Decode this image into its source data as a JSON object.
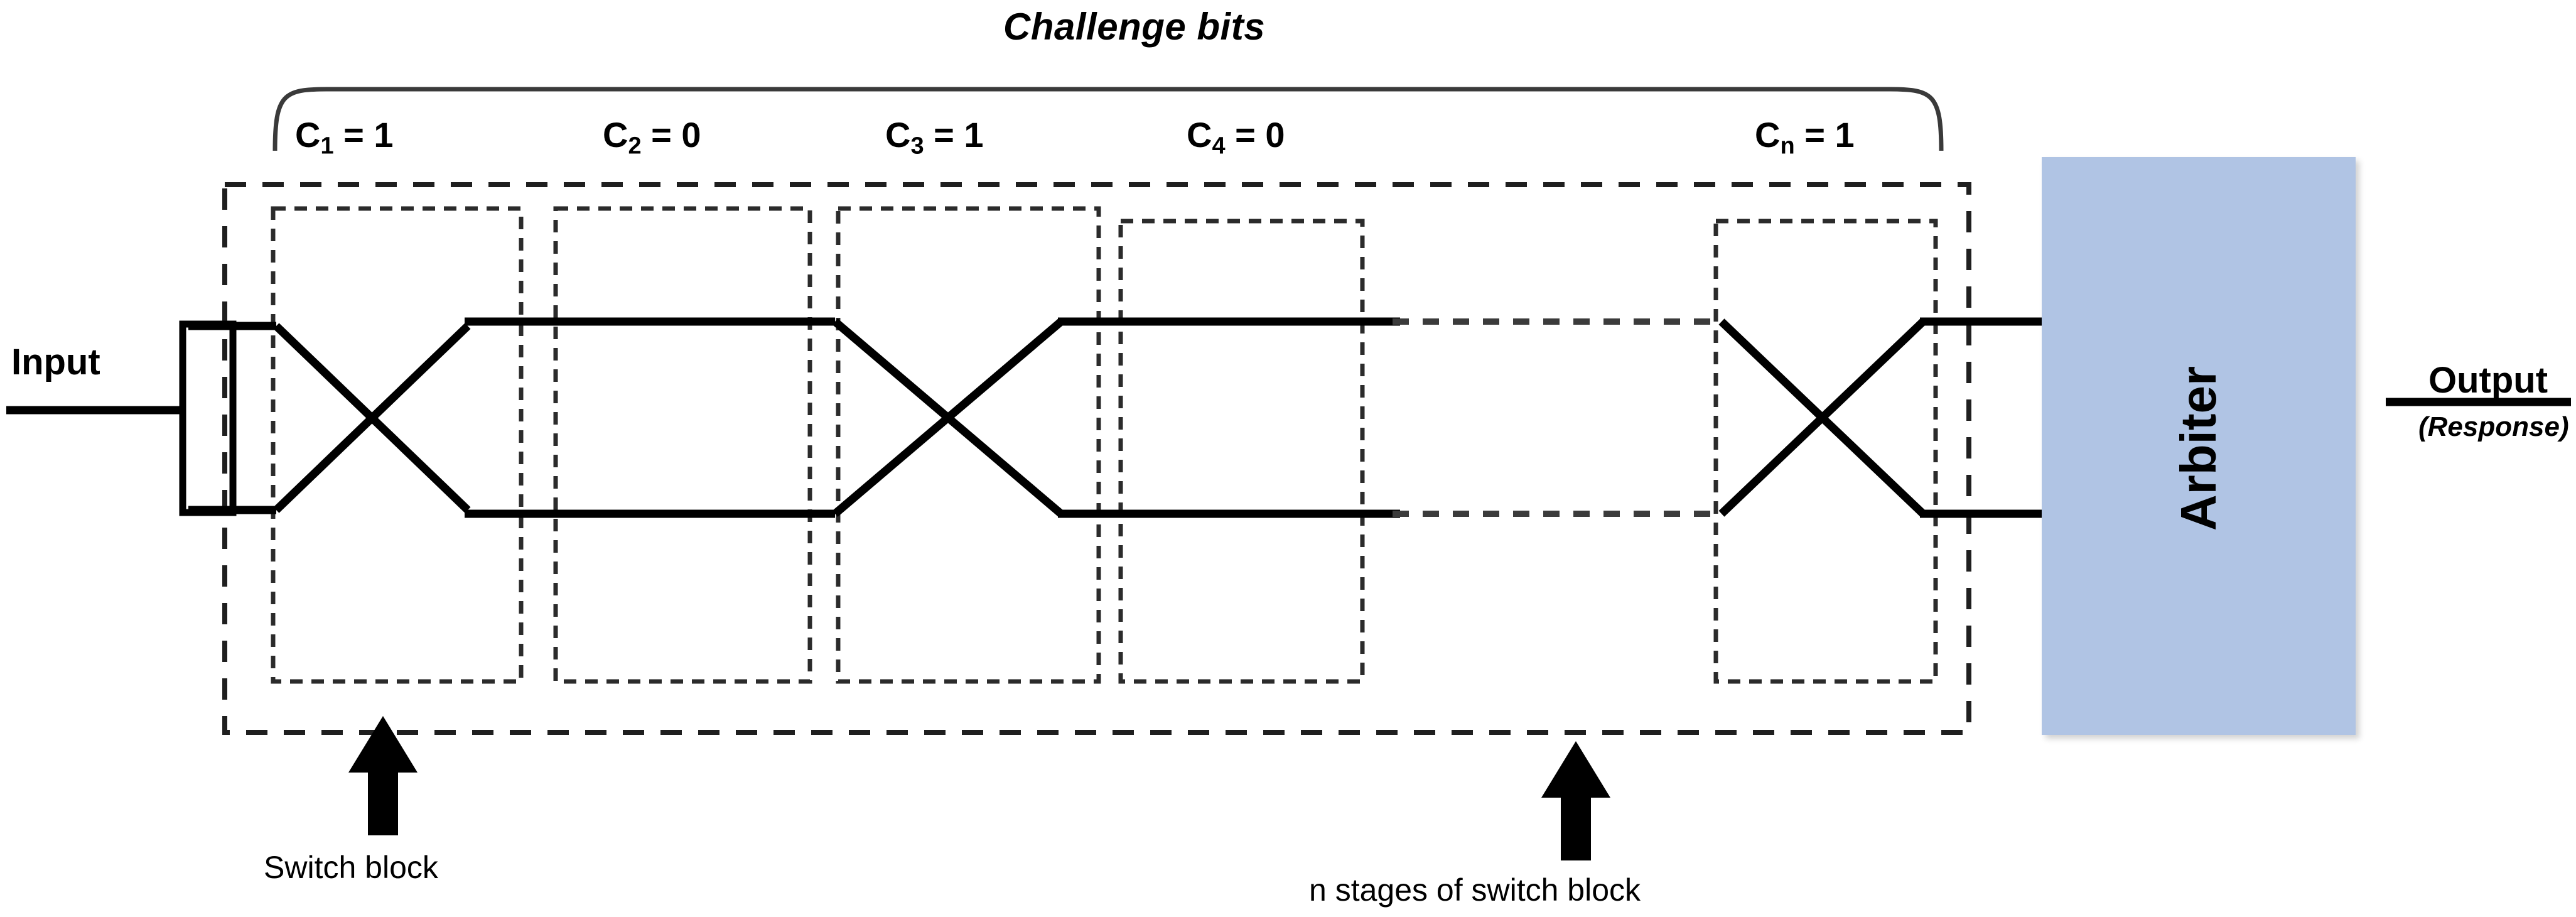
{
  "diagram": {
    "title": "Challenge bits",
    "challenge_bits": [
      {
        "name": "C",
        "index": "1",
        "value": "1",
        "label": "C1 = 1",
        "state": "cross"
      },
      {
        "name": "C",
        "index": "2",
        "value": "0",
        "label": "C2 = 0",
        "state": "straight"
      },
      {
        "name": "C",
        "index": "3",
        "value": "1",
        "label": "C3 = 1",
        "state": "cross"
      },
      {
        "name": "C",
        "index": "4",
        "value": "0",
        "label": "C4 = 0",
        "state": "straight"
      },
      {
        "name": "C",
        "index": "n",
        "value": "1",
        "label": "Cn = 1",
        "state": "cross"
      }
    ],
    "eq": "=",
    "input_label": "Input",
    "arbiter_label": "Arbiter",
    "output_label": "Output",
    "output_sublabel": "(Response)",
    "caption_switch_block": "Switch block",
    "caption_n_stages": "n stages of switch block",
    "colors": {
      "arbiter_fill": "#b0c4e4",
      "wire": "#000000",
      "dashed_border": "#262626",
      "bracket": "#3a3a3a",
      "background": "#ffffff"
    }
  }
}
